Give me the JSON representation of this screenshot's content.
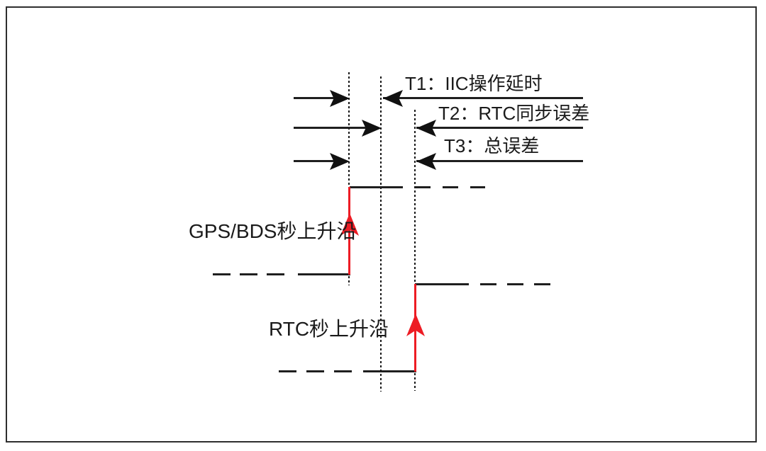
{
  "diagram": {
    "type": "timing-error-diagram",
    "colors": {
      "line": "#1f1f1f",
      "edge_highlight": "#ed1c24",
      "background": "#ffffff",
      "frame_border": "#2e2e2e"
    },
    "annotations": [
      {
        "id": "t1",
        "label": "T1：IIC操作延时"
      },
      {
        "id": "t2",
        "label": "T2：RTC同步误差"
      },
      {
        "id": "t3",
        "label": "T3：总误差"
      }
    ],
    "signals": [
      {
        "id": "gps",
        "label": "GPS/BDS秒上升沿"
      },
      {
        "id": "rtc",
        "label": "RTC秒上升沿"
      }
    ]
  }
}
